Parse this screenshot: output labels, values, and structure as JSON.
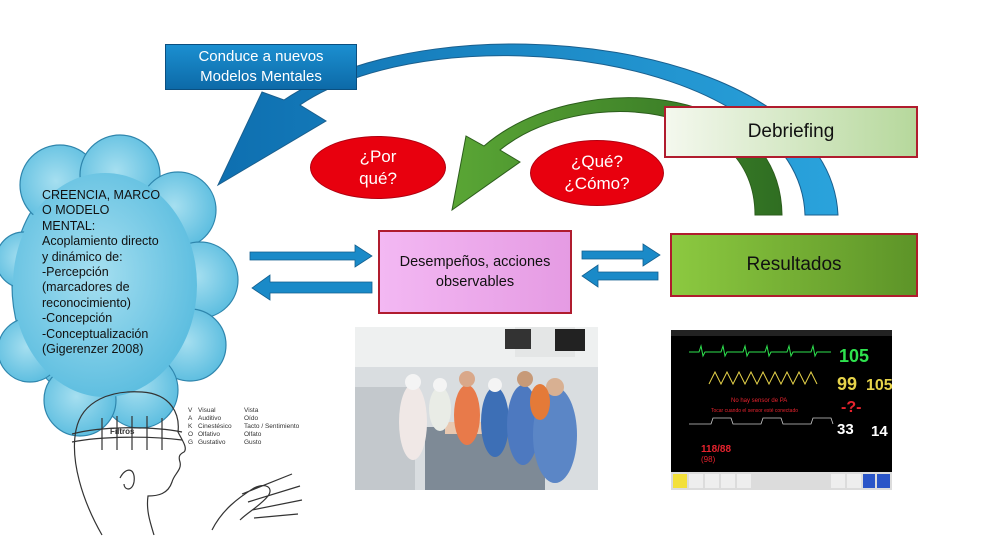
{
  "banner": {
    "line1": "Conduce a nuevos",
    "line2": "Modelos Mentales"
  },
  "debriefing": {
    "label": "Debriefing"
  },
  "why": {
    "line1": "¿Por",
    "line2": "qué?"
  },
  "what_how": {
    "line1": "¿Qué?",
    "line2": "¿Cómo?"
  },
  "performance": {
    "line1": "Desempeños, acciones",
    "line2": "observables"
  },
  "results": {
    "label": "Resultados"
  },
  "cloud": {
    "lines": [
      "CREENCIA, MARCO",
      "O  MODELO",
      "MENTAL:",
      "Acoplamiento directo",
      "y dinámico de:",
      "-Percepción",
      "(marcadores de",
      "reconocimiento)",
      "-Concepción",
      "-Conceptualización",
      "(Gigerenzer 2008)"
    ]
  },
  "sketch": {
    "filter_label": "Filtros",
    "letters": [
      "V",
      "A",
      "K",
      "O",
      "G"
    ],
    "senses": [
      "Visual",
      "Auditivo",
      "Cinestésico",
      "Olfativo",
      "Gustativo"
    ],
    "senses_es": [
      "Vista",
      "Oído",
      "Tacto / Sentimiento",
      "Olfato",
      "Gusto"
    ]
  },
  "monitor": {
    "hr": "105",
    "spo2": "99",
    "pulse": "105",
    "bp_missing": "-?-",
    "rr": "33",
    "temp": "14",
    "nibp": "118/88",
    "nibp_mean": "(98)",
    "alarm1": "No hay sensor de PA",
    "alarm2": "Tocar cuando el sensor esté conectado"
  },
  "colors": {
    "arrow_blue": "#1a8ac8",
    "arrow_green": "#3f8a2a",
    "oval_red": "#e8000e",
    "border_red": "#b01c2e",
    "cloud": "#71c6e2"
  }
}
